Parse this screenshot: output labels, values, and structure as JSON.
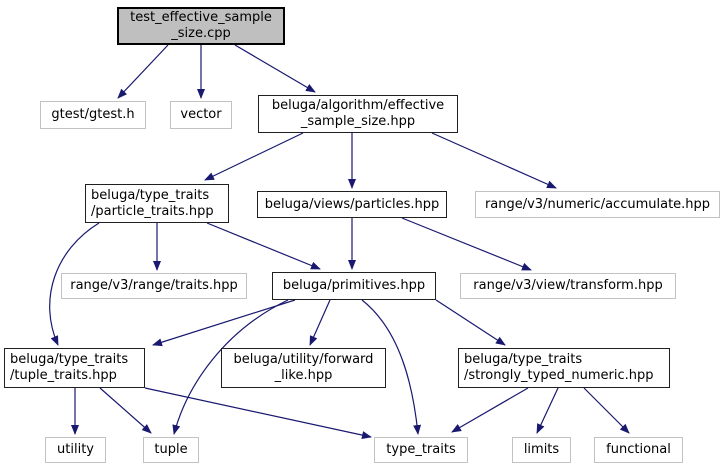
{
  "diagram": {
    "type": "include-dependency-graph",
    "background": "#ffffff",
    "edge_color": "#191970",
    "node_fill": "#ffffff",
    "root_node_fill": "#bfbfbf",
    "internal_node_border": "#000000",
    "external_node_border": "#c2c2c2"
  },
  "nodes": {
    "root": {
      "line1": "test_effective_sample",
      "line2": "_size.cpp"
    },
    "gtest": {
      "label": "gtest/gtest.h"
    },
    "vector": {
      "label": "vector"
    },
    "ess": {
      "line1": "beluga/algorithm/effective",
      "line2": "_sample_size.hpp"
    },
    "particle_traits": {
      "line1": "beluga/type_traits",
      "line2": "/particle_traits.hpp"
    },
    "particles": {
      "label": "beluga/views/particles.hpp"
    },
    "accumulate": {
      "label": "range/v3/numeric/accumulate.hpp"
    },
    "range_traits": {
      "label": "range/v3/range/traits.hpp"
    },
    "primitives": {
      "label": "beluga/primitives.hpp"
    },
    "transform": {
      "label": "range/v3/view/transform.hpp"
    },
    "tuple_traits": {
      "line1": "beluga/type_traits",
      "line2": "/tuple_traits.hpp"
    },
    "forward_like": {
      "line1": "beluga/utility/forward",
      "line2": "_like.hpp"
    },
    "strongly": {
      "line1": "beluga/type_traits",
      "line2": "/strongly_typed_numeric.hpp"
    },
    "utility": {
      "label": "utility"
    },
    "tuple": {
      "label": "tuple"
    },
    "type_traits": {
      "label": "type_traits"
    },
    "limits": {
      "label": "limits"
    },
    "functional": {
      "label": "functional"
    }
  },
  "edges": [
    {
      "from": "test_effective_sample_size.cpp",
      "to": "gtest/gtest.h"
    },
    {
      "from": "test_effective_sample_size.cpp",
      "to": "vector"
    },
    {
      "from": "test_effective_sample_size.cpp",
      "to": "beluga/algorithm/effective_sample_size.hpp"
    },
    {
      "from": "beluga/algorithm/effective_sample_size.hpp",
      "to": "beluga/type_traits/particle_traits.hpp"
    },
    {
      "from": "beluga/algorithm/effective_sample_size.hpp",
      "to": "beluga/views/particles.hpp"
    },
    {
      "from": "beluga/algorithm/effective_sample_size.hpp",
      "to": "range/v3/numeric/accumulate.hpp"
    },
    {
      "from": "beluga/type_traits/particle_traits.hpp",
      "to": "range/v3/range/traits.hpp"
    },
    {
      "from": "beluga/type_traits/particle_traits.hpp",
      "to": "beluga/primitives.hpp"
    },
    {
      "from": "beluga/type_traits/particle_traits.hpp",
      "to": "beluga/type_traits/tuple_traits.hpp"
    },
    {
      "from": "beluga/views/particles.hpp",
      "to": "beluga/primitives.hpp"
    },
    {
      "from": "beluga/views/particles.hpp",
      "to": "range/v3/view/transform.hpp"
    },
    {
      "from": "beluga/primitives.hpp",
      "to": "beluga/type_traits/tuple_traits.hpp"
    },
    {
      "from": "beluga/primitives.hpp",
      "to": "beluga/utility/forward_like.hpp"
    },
    {
      "from": "beluga/primitives.hpp",
      "to": "beluga/type_traits/strongly_typed_numeric.hpp"
    },
    {
      "from": "beluga/primitives.hpp",
      "to": "tuple"
    },
    {
      "from": "beluga/primitives.hpp",
      "to": "type_traits"
    },
    {
      "from": "beluga/type_traits/tuple_traits.hpp",
      "to": "utility"
    },
    {
      "from": "beluga/type_traits/tuple_traits.hpp",
      "to": "tuple"
    },
    {
      "from": "beluga/type_traits/tuple_traits.hpp",
      "to": "type_traits"
    },
    {
      "from": "beluga/type_traits/strongly_typed_numeric.hpp",
      "to": "type_traits"
    },
    {
      "from": "beluga/type_traits/strongly_typed_numeric.hpp",
      "to": "limits"
    },
    {
      "from": "beluga/type_traits/strongly_typed_numeric.hpp",
      "to": "functional"
    }
  ]
}
